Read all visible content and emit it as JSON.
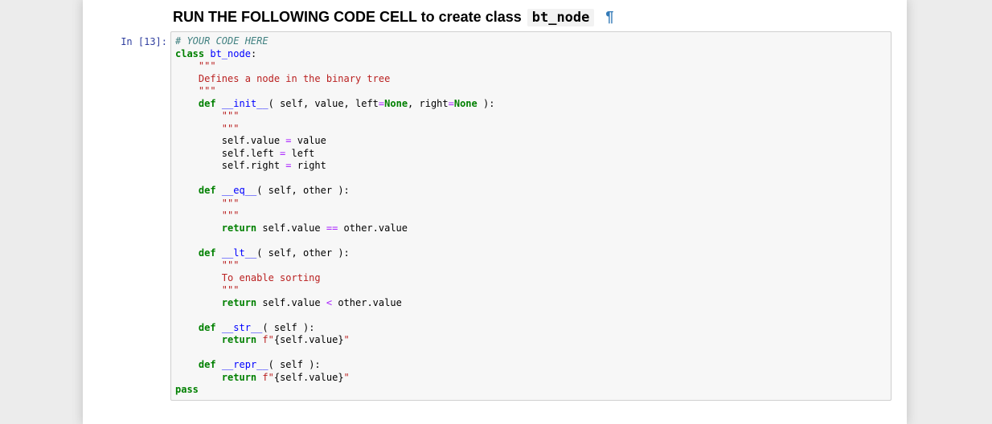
{
  "heading": {
    "text": "RUN THE FOLLOWING CODE CELL to create class",
    "code": "bt_node",
    "anchor": "¶"
  },
  "cell": {
    "prompt": "In [13]:",
    "language": "python",
    "colors": {
      "page_bg": "#ececec",
      "keyword": "#008000",
      "def_name": "#0000FF",
      "string": "#BA2121",
      "comment": "#408080",
      "operator": "#AA22FF",
      "prompt": "#303F9F",
      "cell_bg": "#f7f7f7",
      "cell_border": "#cfcfcf",
      "anchor": "#337ab7",
      "chip_bg": "#f2f2f2"
    },
    "code_lines": [
      [
        [
          "c",
          "# YOUR CODE HERE"
        ]
      ],
      [
        [
          "k",
          "class"
        ],
        [
          "t",
          " "
        ],
        [
          "d",
          "bt_node"
        ],
        [
          "t",
          ":"
        ]
      ],
      [
        [
          "t",
          "    "
        ],
        [
          "s",
          "\"\"\""
        ]
      ],
      [
        [
          "t",
          "    "
        ],
        [
          "s",
          "Defines a node in the binary tree"
        ]
      ],
      [
        [
          "t",
          "    "
        ],
        [
          "s",
          "\"\"\""
        ]
      ],
      [
        [
          "t",
          "    "
        ],
        [
          "k",
          "def"
        ],
        [
          "t",
          " "
        ],
        [
          "d",
          "__init__"
        ],
        [
          "t",
          "( self, value, left"
        ],
        [
          "o",
          "="
        ],
        [
          "k",
          "None"
        ],
        [
          "t",
          ", right"
        ],
        [
          "o",
          "="
        ],
        [
          "k",
          "None"
        ],
        [
          "t",
          " ):"
        ]
      ],
      [
        [
          "t",
          "        "
        ],
        [
          "s",
          "\"\"\""
        ]
      ],
      [
        [
          "t",
          "        "
        ],
        [
          "s",
          "\"\"\""
        ]
      ],
      [
        [
          "t",
          "        self.value "
        ],
        [
          "o",
          "="
        ],
        [
          "t",
          " value"
        ]
      ],
      [
        [
          "t",
          "        self.left "
        ],
        [
          "o",
          "="
        ],
        [
          "t",
          " left"
        ]
      ],
      [
        [
          "t",
          "        self.right "
        ],
        [
          "o",
          "="
        ],
        [
          "t",
          " right"
        ]
      ],
      [],
      [
        [
          "t",
          "    "
        ],
        [
          "k",
          "def"
        ],
        [
          "t",
          " "
        ],
        [
          "d",
          "__eq__"
        ],
        [
          "t",
          "( self, other ):"
        ]
      ],
      [
        [
          "t",
          "        "
        ],
        [
          "s",
          "\"\"\""
        ]
      ],
      [
        [
          "t",
          "        "
        ],
        [
          "s",
          "\"\"\""
        ]
      ],
      [
        [
          "t",
          "        "
        ],
        [
          "k",
          "return"
        ],
        [
          "t",
          " self.value "
        ],
        [
          "o",
          "=="
        ],
        [
          "t",
          " other.value"
        ]
      ],
      [],
      [
        [
          "t",
          "    "
        ],
        [
          "k",
          "def"
        ],
        [
          "t",
          " "
        ],
        [
          "d",
          "__lt__"
        ],
        [
          "t",
          "( self, other ):"
        ]
      ],
      [
        [
          "t",
          "        "
        ],
        [
          "s",
          "\"\"\""
        ]
      ],
      [
        [
          "t",
          "        "
        ],
        [
          "s",
          "To enable sorting"
        ]
      ],
      [
        [
          "t",
          "        "
        ],
        [
          "s",
          "\"\"\""
        ]
      ],
      [
        [
          "t",
          "        "
        ],
        [
          "k",
          "return"
        ],
        [
          "t",
          " self.value "
        ],
        [
          "o",
          "<"
        ],
        [
          "t",
          " other.value"
        ]
      ],
      [],
      [
        [
          "t",
          "    "
        ],
        [
          "k",
          "def"
        ],
        [
          "t",
          " "
        ],
        [
          "d",
          "__str__"
        ],
        [
          "t",
          "( self ):"
        ]
      ],
      [
        [
          "t",
          "        "
        ],
        [
          "k",
          "return"
        ],
        [
          "t",
          " "
        ],
        [
          "s",
          "f\""
        ],
        [
          "t",
          "{self.value}"
        ],
        [
          "s",
          "\""
        ]
      ],
      [],
      [
        [
          "t",
          "    "
        ],
        [
          "k",
          "def"
        ],
        [
          "t",
          " "
        ],
        [
          "d",
          "__repr__"
        ],
        [
          "t",
          "( self ):"
        ]
      ],
      [
        [
          "t",
          "        "
        ],
        [
          "k",
          "return"
        ],
        [
          "t",
          " "
        ],
        [
          "s",
          "f\""
        ],
        [
          "t",
          "{self.value}"
        ],
        [
          "s",
          "\""
        ]
      ],
      [
        [
          "k",
          "pass"
        ]
      ]
    ]
  }
}
